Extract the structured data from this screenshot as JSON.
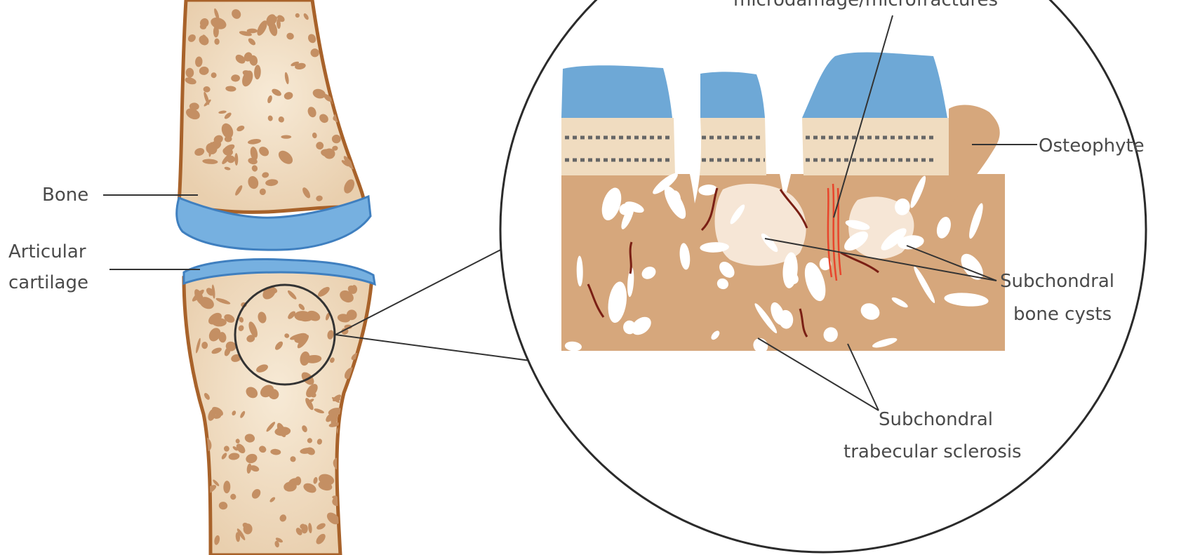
{
  "labels": {
    "bone": "Bone",
    "cartilage_line1": "Articular",
    "cartilage_line2": "cartilage",
    "microdamage": "microdamage/microfractures",
    "osteophyte": "Osteophyte",
    "cysts_line1": "Subchondral",
    "cysts_line2": "bone cysts",
    "sclerosis_line1": "Subchondral",
    "sclerosis_line2": "trabecular sclerosis"
  },
  "colors": {
    "bone_fill": "#f0dcc0",
    "bone_edge": "#a8622a",
    "marrow": "#cc9c72",
    "cartilage": "#6ea8d6",
    "cartilage_edge": "#3f7fbf",
    "subchondral": "#d6a77c",
    "cyst": "#f6e6d6",
    "microfracture": "#e8452c",
    "crack": "#7a1f14"
  }
}
